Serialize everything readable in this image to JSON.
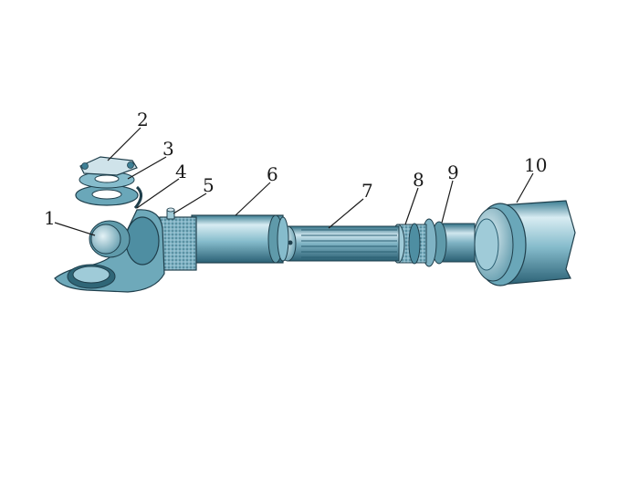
{
  "callouts": [
    {
      "id": "1",
      "label": "1"
    },
    {
      "id": "2",
      "label": "2"
    },
    {
      "id": "3",
      "label": "3"
    },
    {
      "id": "4",
      "label": "4"
    },
    {
      "id": "5",
      "label": "5"
    },
    {
      "id": "6",
      "label": "6"
    },
    {
      "id": "7",
      "label": "7"
    },
    {
      "id": "8",
      "label": "8"
    },
    {
      "id": "9",
      "label": "9"
    },
    {
      "id": "10",
      "label": "10"
    }
  ],
  "colors": {
    "metal_light": "#cfe3ea",
    "metal_mid": "#7fb3c4",
    "metal_dark": "#3d7f95",
    "metal_shadow": "#2a5f72",
    "outline": "#1f3f4c",
    "knurl": "#5f9aaa"
  }
}
